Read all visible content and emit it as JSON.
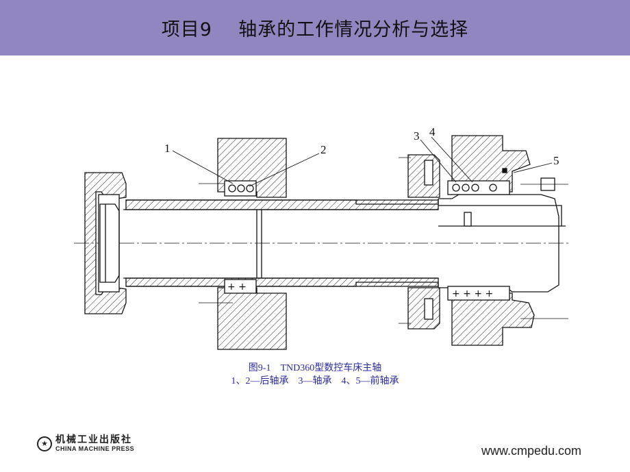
{
  "header": {
    "title": "项目9    轴承的工作情况分析与选择"
  },
  "figure": {
    "labels": {
      "l1": "1",
      "l2": "2",
      "l3": "3",
      "l4": "4",
      "l5": "5"
    },
    "caption_line1": "图9-1    TND360型数控车床主轴",
    "caption_line2": "1、2—后轴承    3—轴承    4、5—前轴承"
  },
  "footer": {
    "publisher_cn": "机械工业出版社",
    "publisher_en": "CHINA MACHINE PRESS",
    "url": "www.cmpedu.com"
  },
  "colors": {
    "header_bg": "#9286c0",
    "caption": "#2a2aa0"
  }
}
